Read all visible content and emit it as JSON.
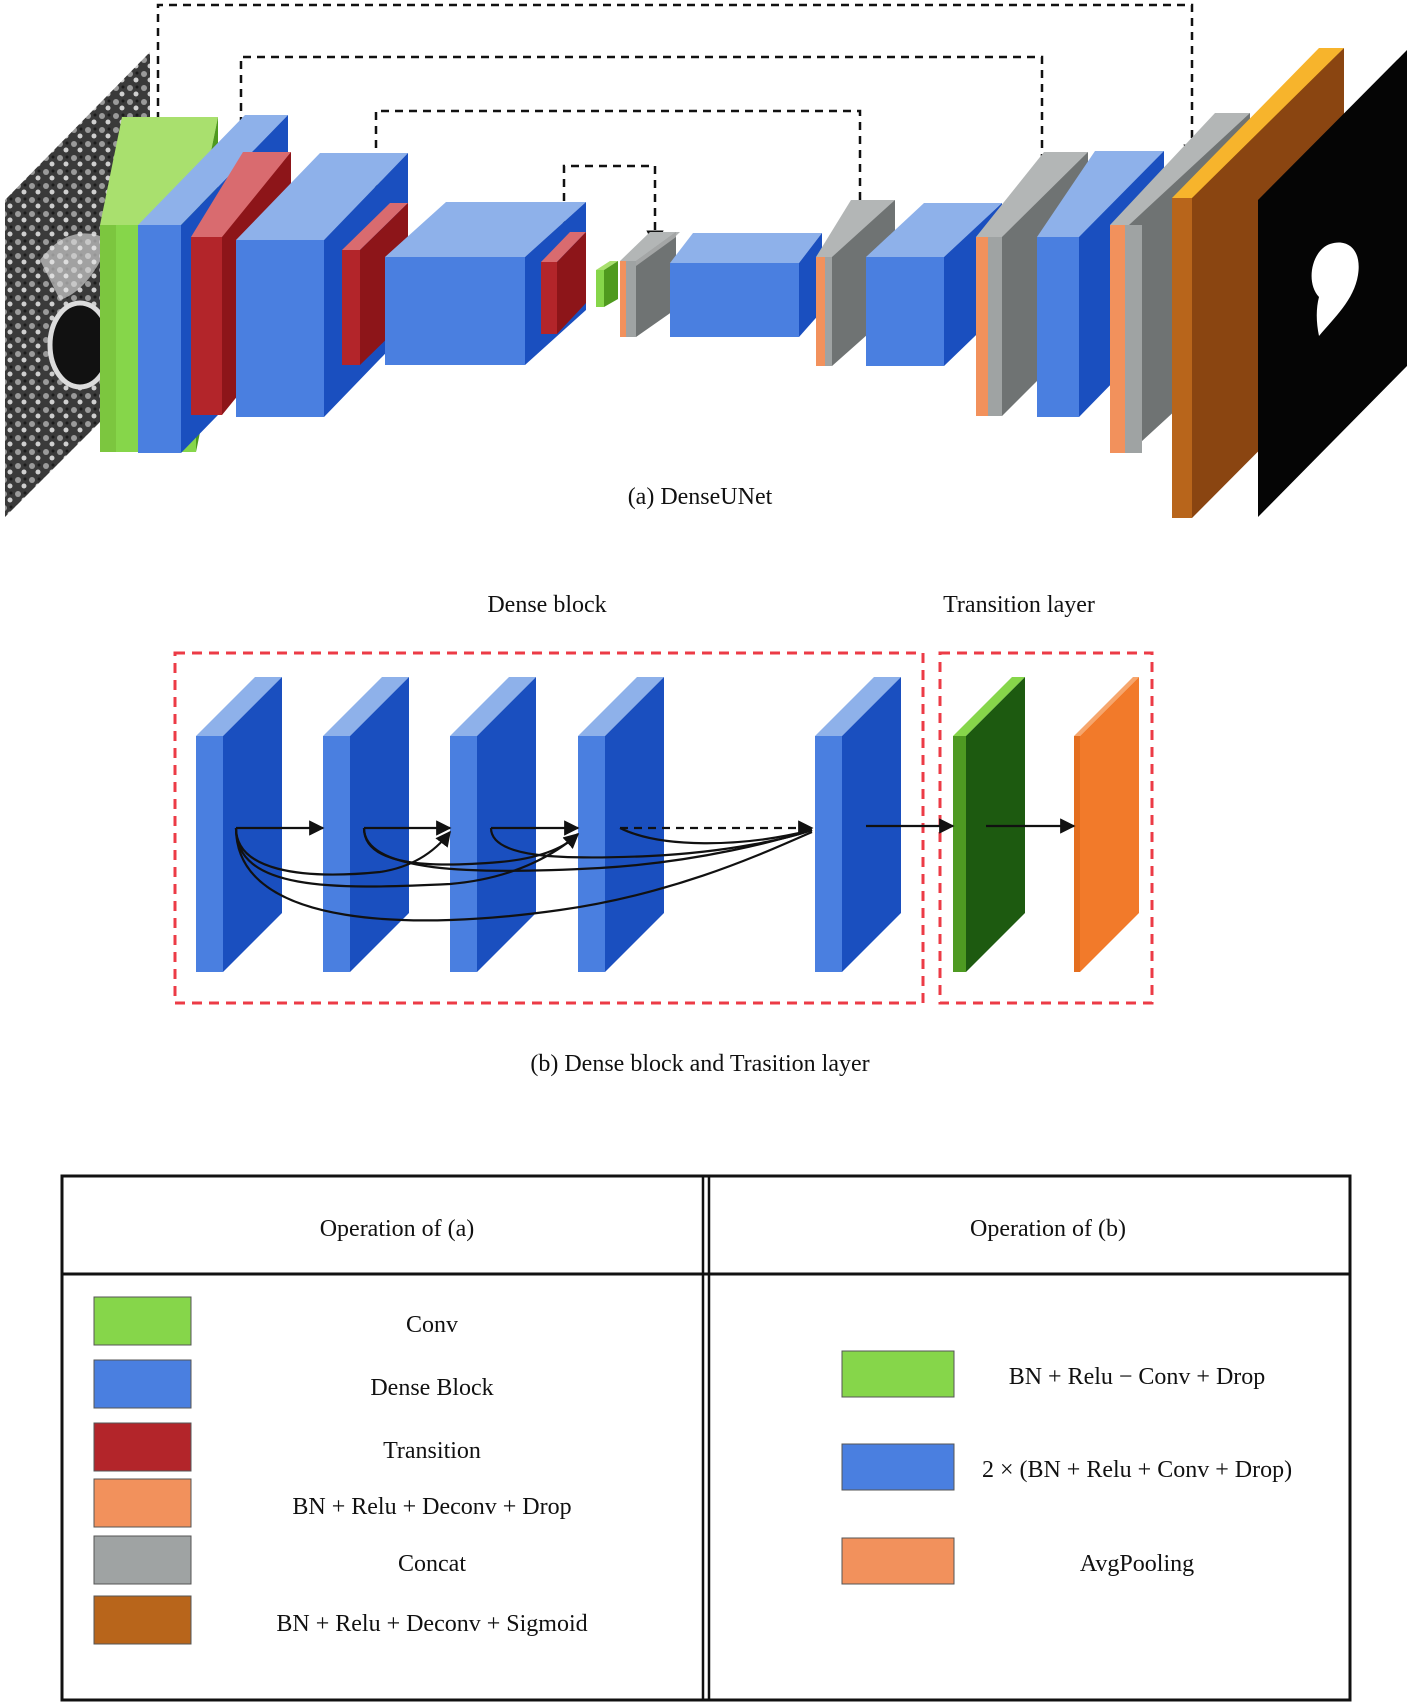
{
  "captions": {
    "a": "(a) DenseUNet",
    "b": "(b) Dense block and Trasition layer"
  },
  "section_labels": {
    "dense_block": "Dense block",
    "transition_layer": "Transition layer"
  },
  "colors": {
    "conv": "#86d64a",
    "dense_block": "#4a7fe0",
    "dense_block_dark": "#1a4fbf",
    "dense_block_light": "#8eb1ea",
    "transition": "#b3252a",
    "deconv": "#f2915c",
    "concat": "#9fa3a3",
    "sigmoid": "#b8651b",
    "transition_green": "#1d5a10",
    "pool_orange": "#f27a2a",
    "dashed_red": "#ec3b46"
  },
  "legend": {
    "col_a_header": "Operation of (a)",
    "col_b_header": "Operation of (b)",
    "a_items": [
      {
        "label": "Conv",
        "color": "#86d64a"
      },
      {
        "label": "Dense Block",
        "color": "#4a7fe0"
      },
      {
        "label": "Transition",
        "color": "#b3252a"
      },
      {
        "label": "BN + Relu + Deconv + Drop",
        "color": "#f2915c"
      },
      {
        "label": "Concat",
        "color": "#9fa3a3"
      },
      {
        "label": "BN + Relu + Deconv + Sigmoid",
        "color": "#b8651b"
      }
    ],
    "b_items": [
      {
        "label": "BN + Relu − Conv + Drop",
        "color": "#86d64a"
      },
      {
        "label": "2 × (BN + Relu + Conv + Drop)",
        "color": "#4a7fe0"
      },
      {
        "label": "AvgPooling",
        "color": "#f2915c"
      }
    ]
  }
}
